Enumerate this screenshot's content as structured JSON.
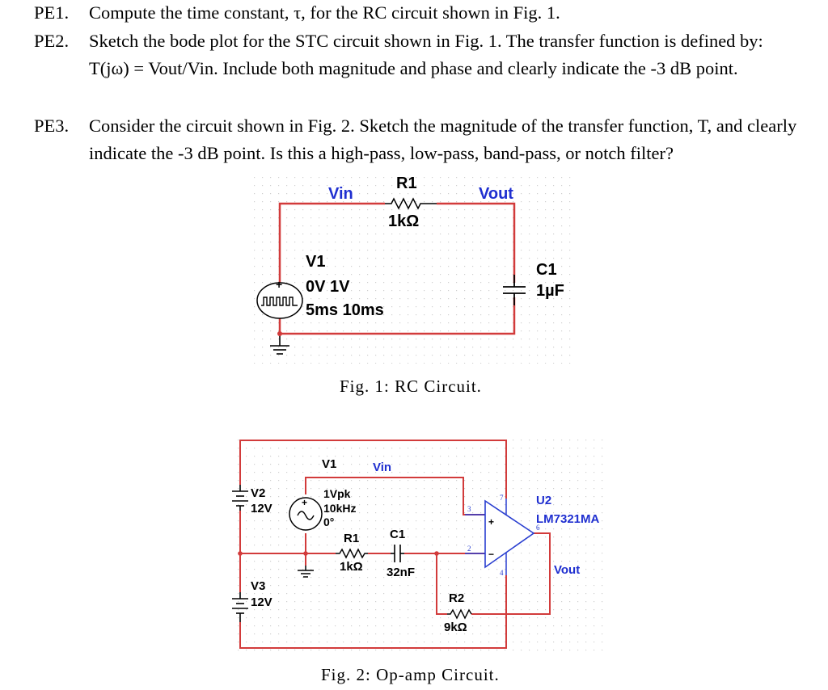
{
  "problems": [
    {
      "number": "PE1.",
      "text": "Compute the time constant, τ, for the RC circuit shown in Fig. 1."
    },
    {
      "number": "PE2.",
      "text": "Sketch the bode plot for the STC circuit shown in Fig. 1. The transfer function is defined by: T(jω) = Vout/Vin. Include both magnitude and phase and clearly indicate the -3 dB point."
    },
    {
      "number": "PE3.",
      "text": "Consider the circuit shown in Fig. 2. Sketch the magnitude of the transfer function, T, and clearly indicate the -3 dB point. Is this a high-pass, low-pass, band-pass, or notch filter?"
    }
  ],
  "fig1": {
    "caption": "Fig. 1: RC Circuit.",
    "vin_label": "Vin",
    "vout_label": "Vout",
    "r1_name": "R1",
    "r1_value": "1kΩ",
    "v1_name": "V1",
    "v1_levels": "0V 1V",
    "v1_timing": "5ms 10ms",
    "c1_name": "C1",
    "c1_value": "1µF",
    "source_polarity": "+"
  },
  "fig2": {
    "caption": "Fig. 2: Op-amp Circuit.",
    "v2_name": "V2",
    "v2_value": "12V",
    "v3_name": "V3",
    "v3_value": "12V",
    "v1_name": "V1",
    "v1_amp": "1Vpk",
    "v1_freq": "10kHz",
    "v1_phase": "0°",
    "vin_label": "Vin",
    "r1_name": "R1",
    "r1_value": "1kΩ",
    "c1_name": "C1",
    "c1_value": "32nF",
    "r2_name": "R2",
    "r2_value": "9kΩ",
    "u2_name": "U2",
    "u2_part": "LM7321MA",
    "vout_label": "Vout",
    "pin3": "3",
    "pin2": "2",
    "pin7": "7",
    "pin6": "6",
    "pin4": "4",
    "plus": "+",
    "minus": "−",
    "source_polarity": "+"
  },
  "colors": {
    "wire": "#d23b3b",
    "net_label": "#1f2fd0",
    "component": "#000000",
    "grid_dot": "#cfcfcf",
    "opamp_pin": "#2a3fd0"
  }
}
